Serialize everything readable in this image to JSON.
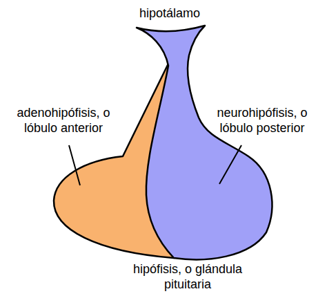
{
  "diagram": {
    "labels": [
      "hipotálamo",
      "adenohipófisis, o lóbulo anterior",
      "neurohipófisis, o lóbulo posterior",
      "hipófisis, o glándula pituitaria"
    ]
  }
}
